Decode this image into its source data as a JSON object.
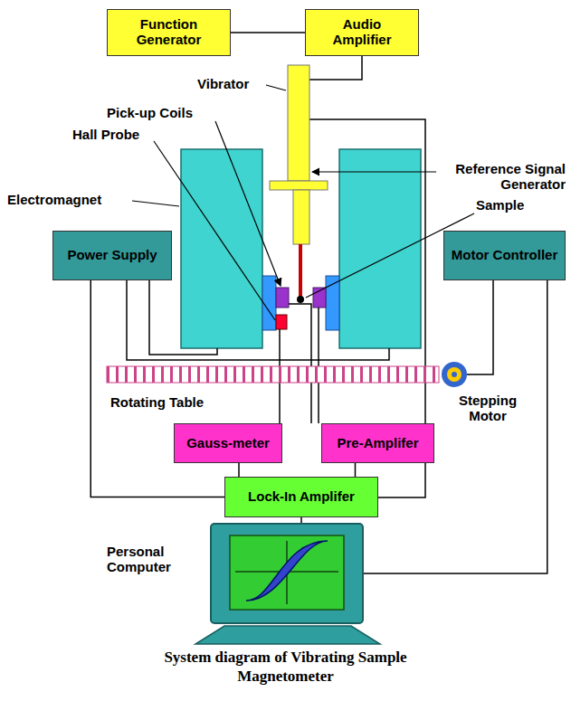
{
  "diagram": {
    "caption": "System diagram of Vibrating Sample Magnetometer",
    "nodes": [
      {
        "text": [
          "Function Generator"
        ]
      },
      {
        "text": [
          "Audio Amplifier"
        ]
      },
      {
        "text": [
          "Power Supply"
        ]
      },
      {
        "text": [
          "Motor Controller"
        ]
      },
      {
        "text": [
          "Gauss-meter"
        ]
      },
      {
        "text": [
          "Pre-Amplifer"
        ]
      },
      {
        "text": [
          "Lock-In Amplifer"
        ]
      },
      {
        "text": [
          "Personal Computer"
        ]
      }
    ],
    "edges": [
      {
        "from": 0,
        "to": 1,
        "arrow": "none"
      },
      {
        "from": 2,
        "to": 6,
        "arrow": "none"
      },
      {
        "from": 3,
        "to": 7,
        "arrow": "none"
      },
      {
        "from": 4,
        "to": 6,
        "arrow": "none"
      },
      {
        "from": 5,
        "to": 6,
        "arrow": "none"
      },
      {
        "from": 6,
        "to": 7,
        "arrow": "none"
      }
    ],
    "labels": [
      "Vibrator",
      "Pick-up Coils",
      "Reference Signal Generator",
      "Hall Probe",
      "Electromagnet",
      "Sample",
      "Rotating Table",
      "Stepping Motor"
    ]
  }
}
